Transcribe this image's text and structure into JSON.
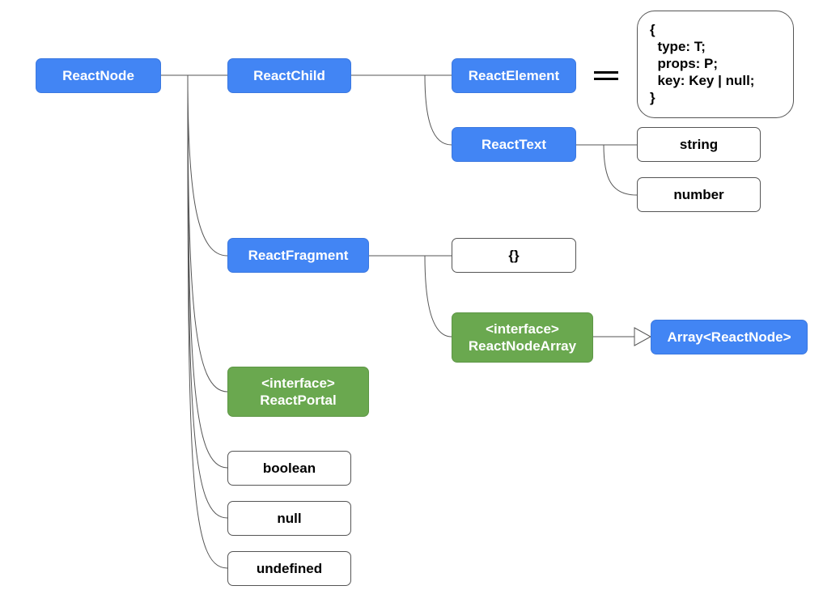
{
  "nodes": {
    "react_node": "ReactNode",
    "react_child": "ReactChild",
    "react_element": "ReactElement",
    "react_text": "ReactText",
    "string": "string",
    "number": "number",
    "react_fragment": "ReactFragment",
    "empty_object": "{}",
    "react_node_array_stereotype": "<interface>",
    "react_node_array": "ReactNodeArray",
    "array_react_node": "Array<ReactNode>",
    "react_portal_stereotype": "<interface>",
    "react_portal": "ReactPortal",
    "boolean": "boolean",
    "null": "null",
    "undefined": "undefined"
  },
  "react_element_shape": [
    "{",
    "  type: T;",
    "  props: P;",
    "  key: Key | null;",
    "}"
  ],
  "colors": {
    "type_node": "#4285f4",
    "interface_node": "#6aa84f",
    "literal_node": "#ffffff",
    "connector": "#555555"
  }
}
